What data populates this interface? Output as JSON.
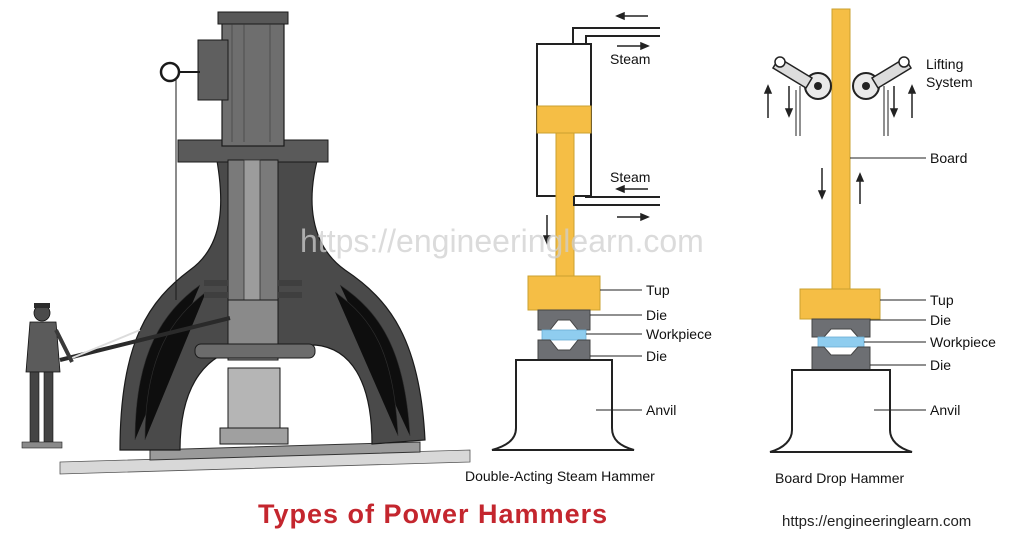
{
  "title": "Types of Power Hammers",
  "website": "https://engineeringlearn.com",
  "watermark": "https://engineeringlearn.com",
  "steam_hammer": {
    "caption": "Double-Acting Steam Hammer",
    "labels": {
      "steam_top": "Steam",
      "steam_bottom": "Steam",
      "tup": "Tup",
      "die_top": "Die",
      "workpiece": "Workpiece",
      "die_bottom": "Die",
      "anvil": "Anvil"
    }
  },
  "board_hammer": {
    "caption": "Board Drop Hammer",
    "labels": {
      "lifting_system_line1": "Lifting",
      "lifting_system_line2": "System",
      "board": "Board",
      "tup": "Tup",
      "die_top": "Die",
      "workpiece": "Workpiece",
      "die_bottom": "Die",
      "anvil": "Anvil"
    }
  },
  "colors": {
    "tup": "#f5be45",
    "die": "#6d6f73",
    "workpiece": "#8fcdef",
    "title": "#c4262e",
    "line": "#222222"
  }
}
